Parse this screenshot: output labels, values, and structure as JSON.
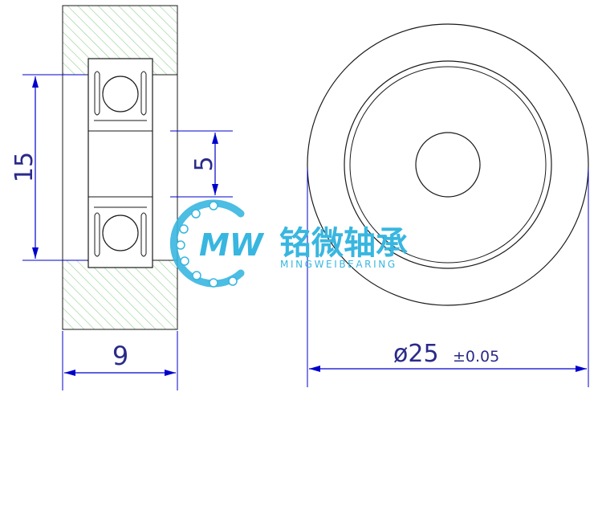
{
  "dimensions": {
    "height_label": "15",
    "bore_label": "5",
    "width_label": "9",
    "diameter_label": "ø25",
    "tolerance_label": "±0.05"
  },
  "watermark": {
    "logo_text": "MW",
    "brand_cn": "铭微轴承",
    "brand_en": "MINGWEIBEARING"
  },
  "colors": {
    "outline": "#1a1a1a",
    "hatch": "#8fd08f",
    "dimension": "#0000cc",
    "brand": "#38b6e0"
  }
}
